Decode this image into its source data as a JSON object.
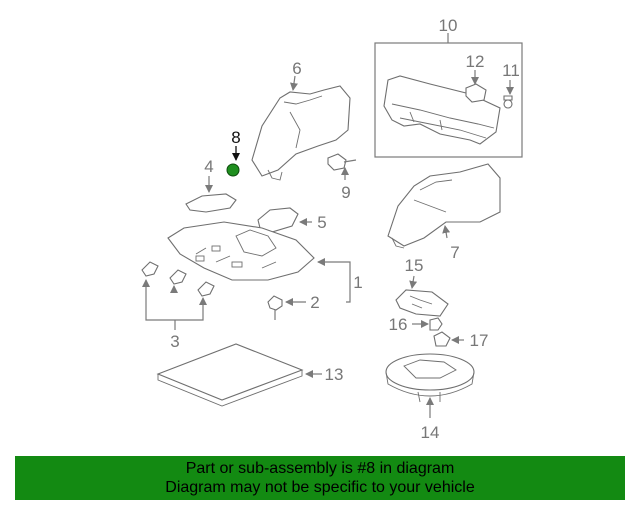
{
  "callouts": {
    "c1": "1",
    "c2": "2",
    "c3": "3",
    "c4": "4",
    "c5": "5",
    "c6": "6",
    "c7": "7",
    "c8": "8",
    "c9": "9",
    "c10": "10",
    "c11": "11",
    "c12": "12",
    "c13": "13",
    "c14": "14",
    "c15": "15",
    "c16": "16",
    "c17": "17"
  },
  "banner": {
    "line1": "Part or sub-assembly is #8 in diagram",
    "line2": "Diagram may not be specific to your vehicle"
  },
  "colors": {
    "highlight_part": "#1f8f1f",
    "banner_bg": "#138a12",
    "line_gray": "#7a7a7a"
  }
}
